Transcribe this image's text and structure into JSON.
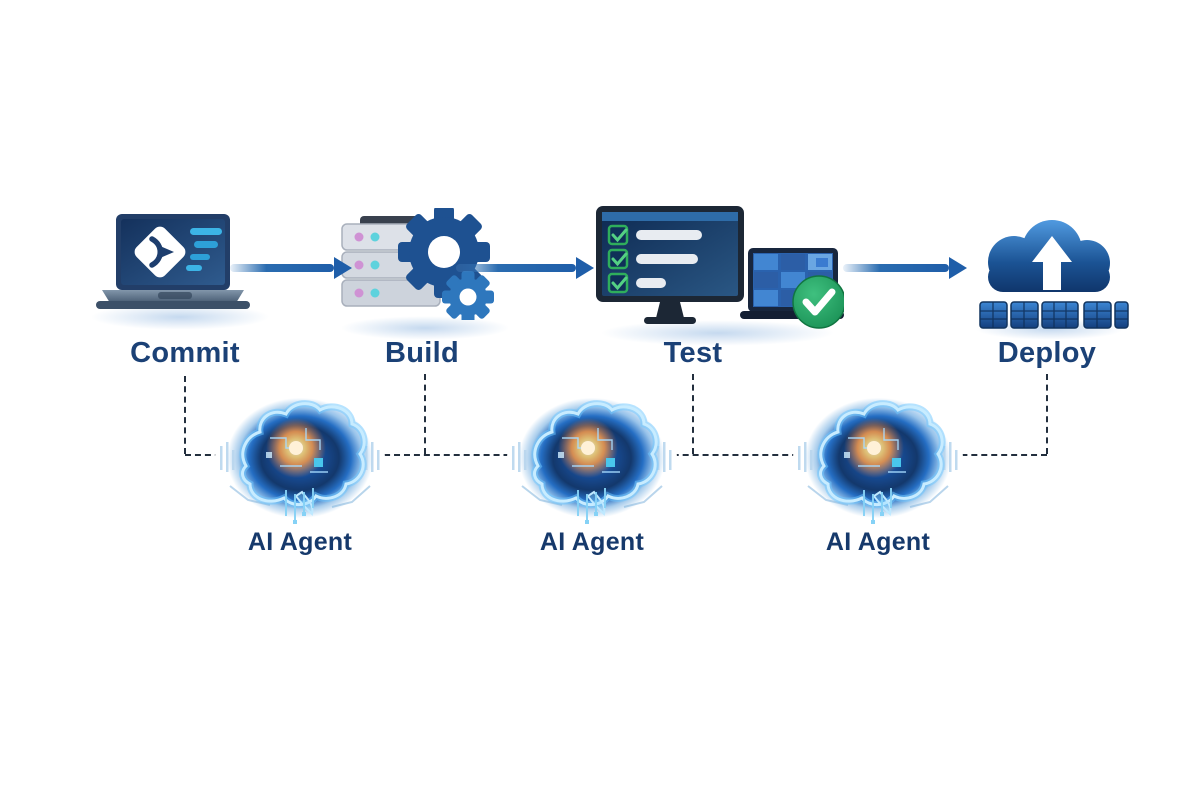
{
  "pipeline": {
    "stages": [
      {
        "label": "Commit",
        "icon": "laptop-git-commit-icon"
      },
      {
        "label": "Build",
        "icon": "server-gears-icon"
      },
      {
        "label": "Test",
        "icon": "monitor-checklist-icon"
      },
      {
        "label": "Deploy",
        "icon": "cloud-upload-servers-icon"
      }
    ],
    "agents": [
      {
        "label": "AI Agent",
        "icon": "ai-brain-icon"
      },
      {
        "label": "AI Agent",
        "icon": "ai-brain-icon"
      },
      {
        "label": "AI Agent",
        "icon": "ai-brain-icon"
      }
    ],
    "colors": {
      "background": "#ffffff",
      "arrow_blue": "#1f5ea9",
      "stage_label": "#1b4176",
      "agent_label": "#16396b",
      "connector_dash": "#232f3e",
      "success_green": "#23a566",
      "brain_glow_orange": "#ff8e2e",
      "screen_navy": "#16335c"
    }
  }
}
